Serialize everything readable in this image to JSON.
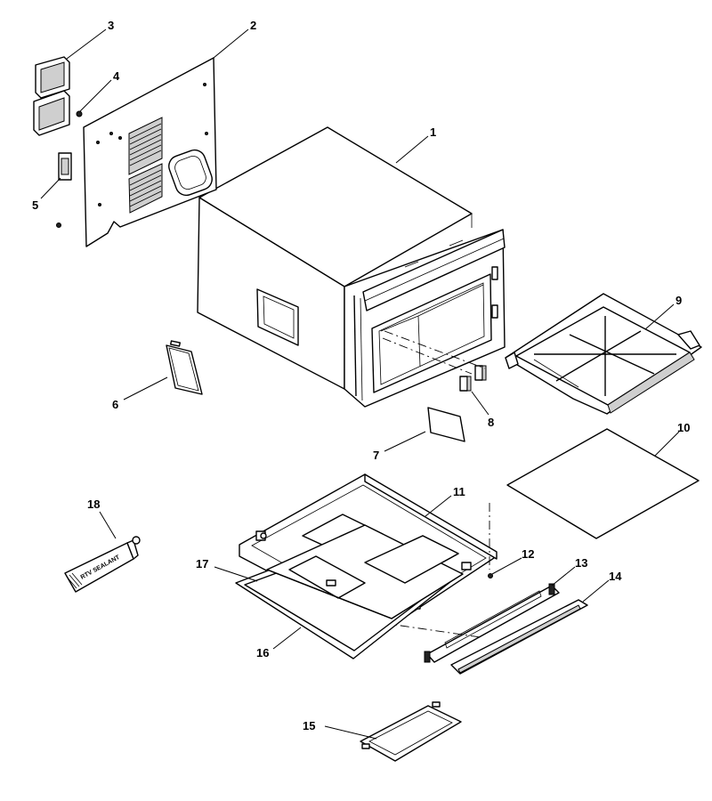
{
  "callouts": [
    {
      "id": "1",
      "label": "1"
    },
    {
      "id": "2",
      "label": "2"
    },
    {
      "id": "3",
      "label": "3"
    },
    {
      "id": "4",
      "label": "4"
    },
    {
      "id": "5",
      "label": "5"
    },
    {
      "id": "6",
      "label": "6"
    },
    {
      "id": "7",
      "label": "7"
    },
    {
      "id": "8",
      "label": "8"
    },
    {
      "id": "9",
      "label": "9"
    },
    {
      "id": "10",
      "label": "10"
    },
    {
      "id": "11",
      "label": "11"
    },
    {
      "id": "12",
      "label": "12"
    },
    {
      "id": "13",
      "label": "13"
    },
    {
      "id": "14",
      "label": "14"
    },
    {
      "id": "15",
      "label": "15"
    },
    {
      "id": "16",
      "label": "16"
    },
    {
      "id": "17",
      "label": "17"
    },
    {
      "id": "18",
      "label": "18"
    }
  ],
  "sealant_tube_text": "RTV SEALANT"
}
